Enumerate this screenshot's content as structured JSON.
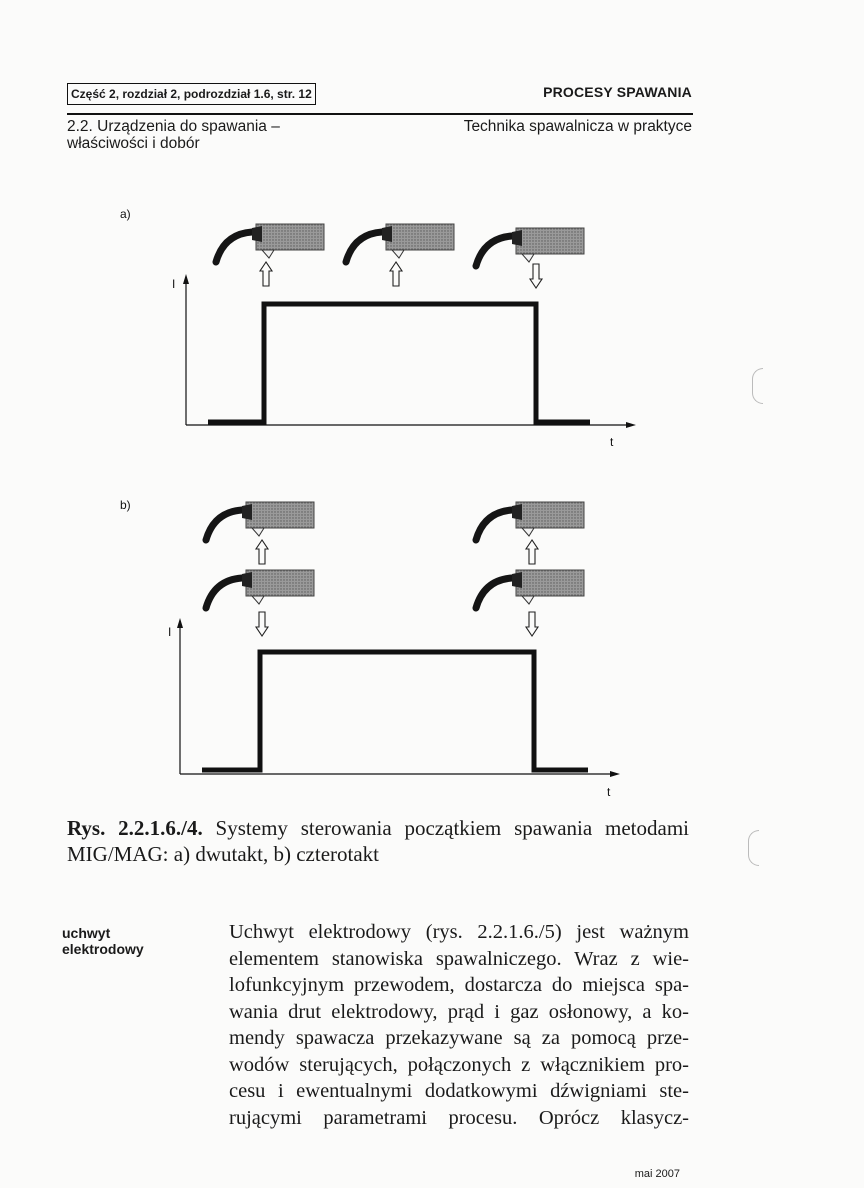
{
  "header": {
    "section_ref": "Część 2, rozdział 2, podrozdział 1.6, str. 12",
    "title": "PROCESY SPAWANIA"
  },
  "subheader": {
    "left_line1": "2.2. Urządzenia do spawania –",
    "left_line2": "właściwości i dobór",
    "right": "Technika spawalnicza w praktyce"
  },
  "figure": {
    "panel_a_label": "a)",
    "panel_b_label": "b)",
    "y_axis_label": "I",
    "x_axis_label": "t",
    "caption_number": "Rys. 2.2.1.6./4.",
    "caption_text": " Systemy sterowania początkiem spawania metodami MIG/MAG: a) dwutakt, b) czterotakt"
  },
  "margin_note": {
    "line1": "uchwyt",
    "line2": "elektrodowy"
  },
  "body": {
    "lines": [
      "Uchwyt elektrodowy (rys. 2.2.1.6./5) jest ważnym",
      "elementem stanowiska spawalniczego. Wraz z wie-",
      "lofunkcyjnym przewodem, dostarcza do miejsca spa-",
      "wania drut elektrodowy, prąd i gaz osłonowy, a ko-",
      "mendy spawacza przekazywane są za pomocą prze-",
      "wodów sterujących, połączonych z włącznikiem pro-",
      "cesu i ewentualnymi dodatkowymi dźwigniami ste-",
      "rującymi parametrami procesu. Oprócz klasycz-"
    ]
  },
  "footer": {
    "date": "mai 2007"
  }
}
